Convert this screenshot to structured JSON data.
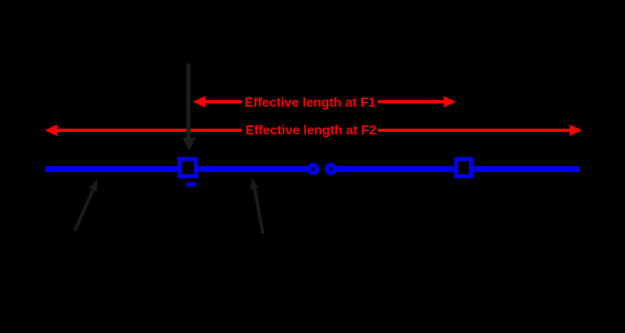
{
  "annotations": {
    "f1_label": "Effective length at F1",
    "f2_label": "Effective length at F2"
  },
  "icons": {
    "f1_arrow": "double-headed-horizontal-arrow",
    "f2_arrow": "double-headed-horizontal-arrow",
    "pointer_down": "down-arrow",
    "pointer_left_wire": "up-right-arrow",
    "pointer_inner_wire": "up-left-arrow"
  },
  "colors": {
    "background": "#000000",
    "wire_blue": "#0000ee",
    "annotation_red": "#ff0000",
    "pointer_dark": "#1b1b1b"
  }
}
